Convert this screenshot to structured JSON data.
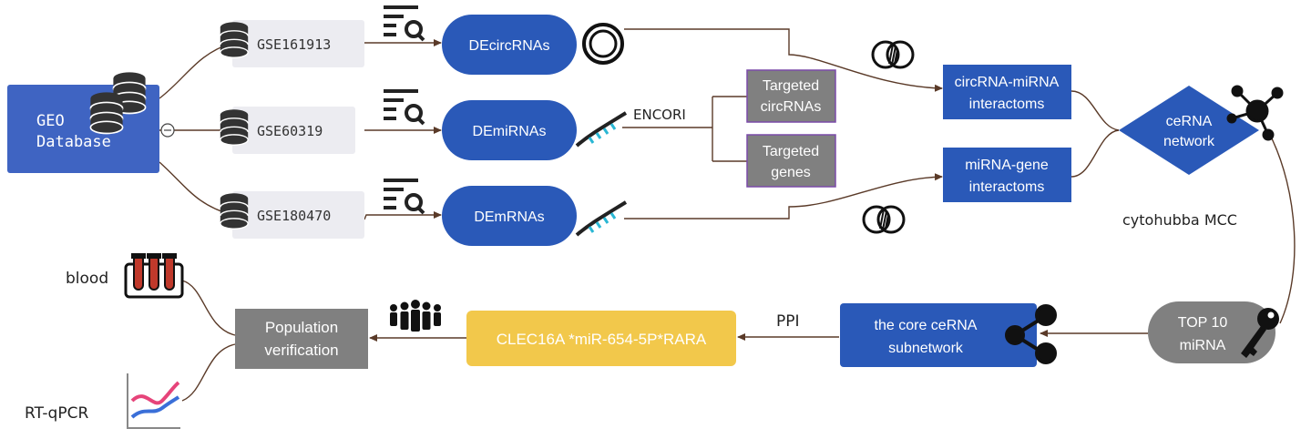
{
  "nodes": {
    "geo_database": {
      "line1": "GEO",
      "line2": "Database"
    },
    "gse161913": "GSE161913",
    "gse60319": "GSE60319",
    "gse180470": "GSE180470",
    "decircrnas": "DEcircRNAs",
    "demirnas": "DEmiRNAs",
    "demrnas": "DEmRNAs",
    "encori": "ENCORI",
    "targeted_circrnas": {
      "line1": "Targeted",
      "line2": "circRNAs"
    },
    "targeted_genes": {
      "line1": "Targeted",
      "line2": "genes"
    },
    "circrna_mirna": {
      "line1": "circRNA-miRNA",
      "line2": "interactoms"
    },
    "mirna_gene": {
      "line1": "miRNA-gene",
      "line2": "interactoms"
    },
    "cerna_network": {
      "line1": "ceRNA",
      "line2": "network"
    },
    "cytohubba": "cytohubba MCC",
    "top10": {
      "line1": "TOP 10",
      "line2": "miRNA"
    },
    "core_subnetwork": {
      "line1": "the core ceRNA",
      "line2": "subnetwork"
    },
    "ppi": "PPI",
    "clec16a": "CLEC16A *miR-654-5P*RARA",
    "population": {
      "line1": "Population",
      "line2": "verification"
    },
    "blood": "blood",
    "rtqpcr": "RT-qPCR"
  },
  "colors": {
    "blue": "#2a59b8",
    "gray": "#808080",
    "light_gray": "#ececf1",
    "yellow": "#f2c84b",
    "arrow": "#5a3a28",
    "purple_border": "#7a4aa8"
  },
  "icons": [
    "database-icon",
    "search-list-icon",
    "circle-rings-icon",
    "rna-strand-icon",
    "venn-icon",
    "network-icon",
    "key-icon",
    "people-icon",
    "test-tubes-icon",
    "line-chart-icon"
  ]
}
